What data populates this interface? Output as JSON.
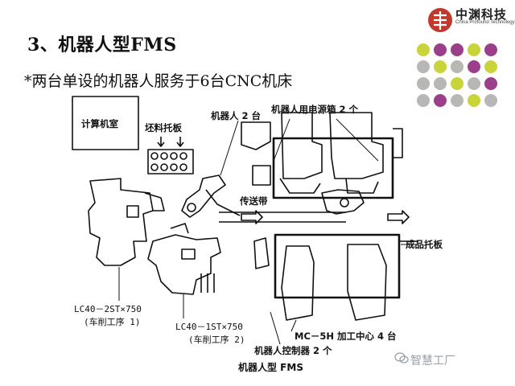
{
  "slide": {
    "title": "3、机器人型FMS",
    "subtitle": "*两台单设的机器人服务于6台CNC机床"
  },
  "logo": {
    "name": "中渊科技",
    "sub": "China Profound Technology"
  },
  "decor_dots": {
    "colors": [
      "#c9d43a",
      "#9c3f8a",
      "#9c3f8a",
      "#c9d43a",
      "#9c3f8a",
      "#b7b8b6",
      "#c9d43a",
      "#b7b8b6",
      "#9c3f8a",
      "#c9d43a",
      "#b7b8b6",
      "#b7b8b6",
      "#c9d43a",
      "#b7b8b6",
      "#9c3f8a",
      "#b7b8b6",
      "#9c3f8a",
      "#b7b8b6",
      "#c9d43a",
      "#b7b8b6"
    ]
  },
  "diagram": {
    "computer_room": "计算机室",
    "blank_pallet": "坯料托板",
    "robots": "机器人 2 台",
    "power_boxes": "机器人用电源箱 2 个",
    "conveyor": "传送带",
    "product_pallet": "成品托板",
    "lathe1_model": "LC40－2ST×750",
    "lathe1_step": "(车削工序 1)",
    "lathe2_model": "LC40－1ST×750",
    "lathe2_step": "(车削工序 2)",
    "machining_centers": "MC－5H 加工中心 4 台",
    "robot_controllers": "机器人控制器 2 个",
    "caption": "机器人型 FMS"
  },
  "watermark": {
    "text": "智慧工厂"
  },
  "colors": {
    "accent_red": "#c0392b",
    "line": "#111111"
  }
}
